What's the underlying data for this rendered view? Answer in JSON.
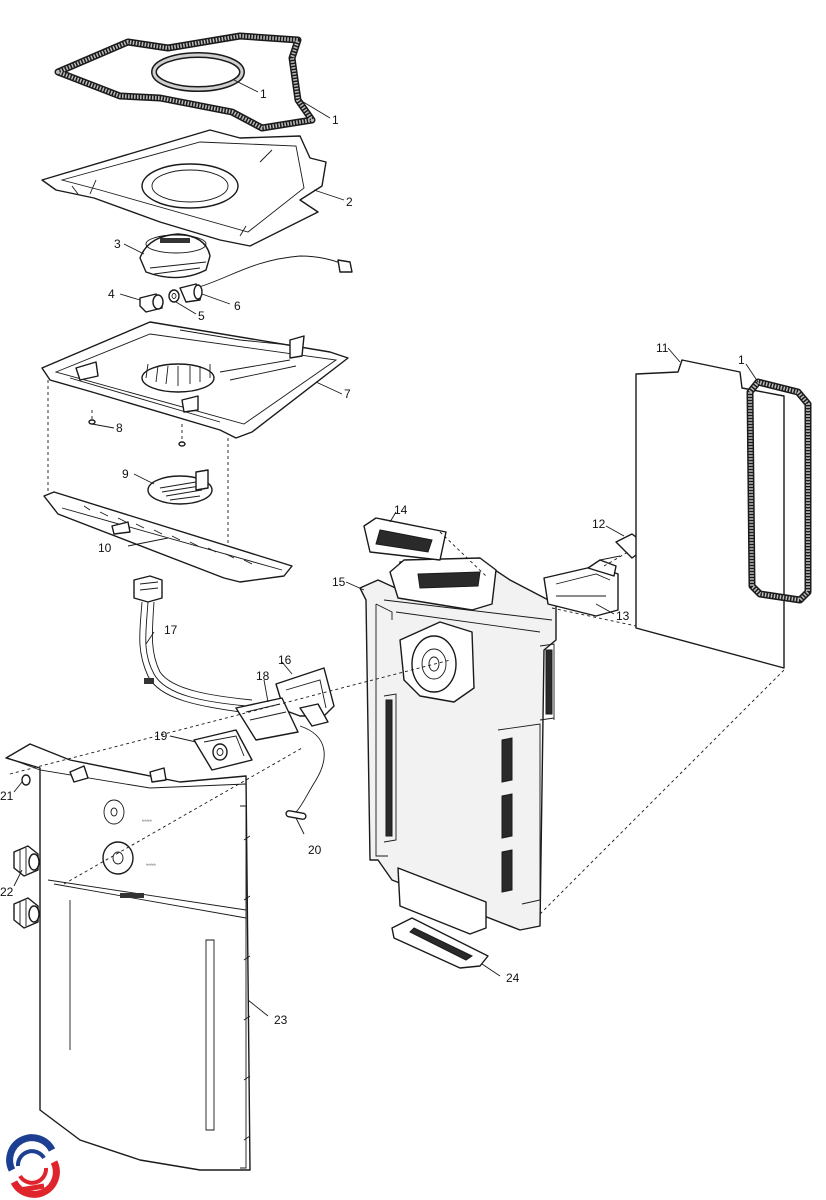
{
  "diagram": {
    "callouts": [
      {
        "id": "c1a",
        "label": "1"
      },
      {
        "id": "c1b",
        "label": "1"
      },
      {
        "id": "c2",
        "label": "2"
      },
      {
        "id": "c3",
        "label": "3"
      },
      {
        "id": "c4",
        "label": "4"
      },
      {
        "id": "c5",
        "label": "5"
      },
      {
        "id": "c6",
        "label": "6"
      },
      {
        "id": "c7",
        "label": "7"
      },
      {
        "id": "c8",
        "label": "8"
      },
      {
        "id": "c9",
        "label": "9"
      },
      {
        "id": "c10",
        "label": "10"
      },
      {
        "id": "c11",
        "label": "11"
      },
      {
        "id": "c1c",
        "label": "1"
      },
      {
        "id": "c12",
        "label": "12"
      },
      {
        "id": "c13",
        "label": "13"
      },
      {
        "id": "c14",
        "label": "14"
      },
      {
        "id": "c15",
        "label": "15"
      },
      {
        "id": "c16",
        "label": "16"
      },
      {
        "id": "c17",
        "label": "17"
      },
      {
        "id": "c18",
        "label": "18"
      },
      {
        "id": "c19",
        "label": "19"
      },
      {
        "id": "c20",
        "label": "20"
      },
      {
        "id": "c21",
        "label": "21"
      },
      {
        "id": "c22",
        "label": "22"
      },
      {
        "id": "c23",
        "label": "23"
      },
      {
        "id": "c24",
        "label": "24"
      }
    ],
    "logo": {
      "name": "brand-logo",
      "colors": [
        "#1d3f91",
        "#e0242b"
      ]
    }
  }
}
